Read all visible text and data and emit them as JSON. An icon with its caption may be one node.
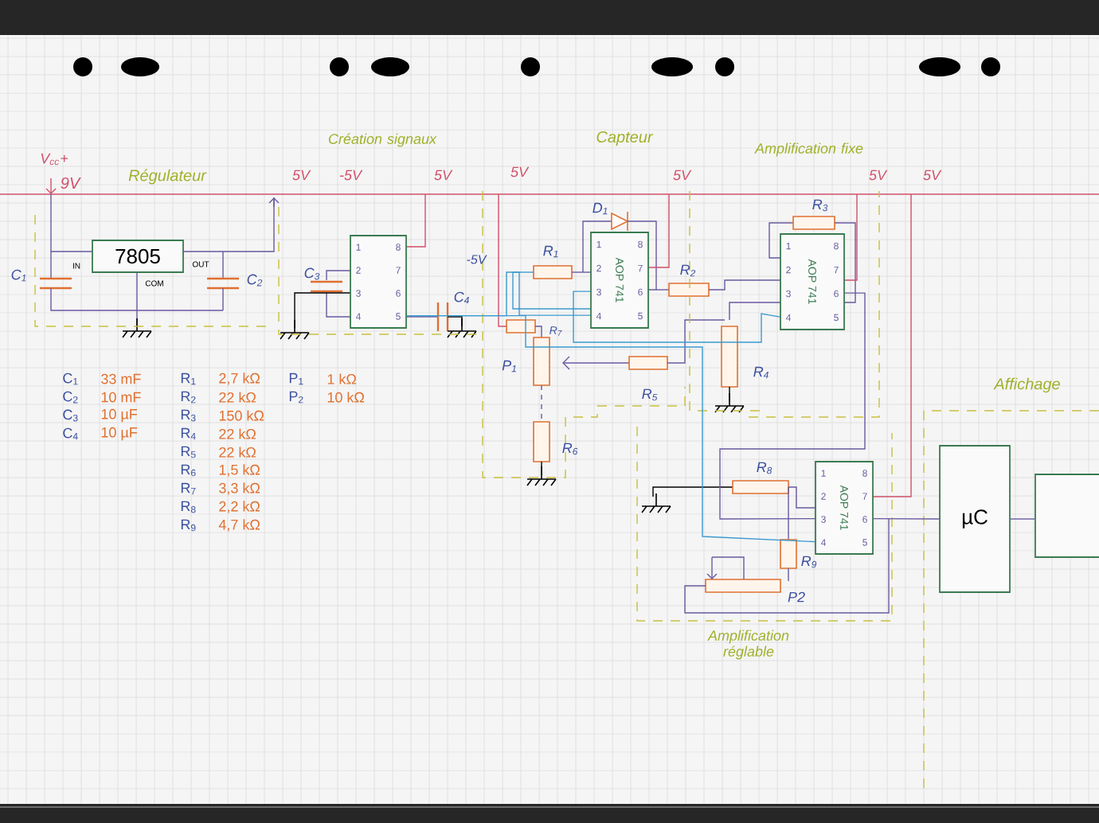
{
  "diagram": {
    "nodes": [
      {
        "text": [
          "7805"
        ],
        "beside": [
          "IN",
          "OUT",
          "COM"
        ]
      },
      {
        "text": [
          "1",
          "2",
          "3",
          "4",
          "8",
          "7",
          "6",
          "5"
        ]
      },
      {
        "text": [
          "AOP 741",
          "1",
          "2",
          "3",
          "4",
          "8",
          "7",
          "6",
          "5"
        ]
      },
      {
        "text": [
          "AOP 741",
          "1",
          "2",
          "3",
          "4",
          "8",
          "7",
          "6",
          "5"
        ]
      },
      {
        "text": [
          "AOP 741",
          "1",
          "2",
          "3",
          "4",
          "8",
          "7",
          "6",
          "5"
        ]
      },
      {
        "text": [
          "µC"
        ]
      },
      {
        "text": [],
        "shape": "box"
      }
    ],
    "edges": [
      {
        "from": 1,
        "to": 2,
        "arrow": "none",
        "color": "#3a9ad0"
      },
      {
        "from": 1,
        "to": 4,
        "arrow": "none",
        "color": "#3a9ad0"
      },
      {
        "from": 3,
        "to": 4,
        "arrow": "none"
      },
      {
        "from": 2,
        "to": 3,
        "arrow": "none",
        "color": "#3a9ad0"
      },
      {
        "from": 4,
        "to": 5,
        "arrow": "none"
      },
      {
        "from": 5,
        "to": 6,
        "arrow": "none"
      }
    ],
    "labels": [
      "V$_{cc}$+",
      "9V",
      "Régulateur",
      "Création signaux",
      "5V",
      "-5V",
      "5V",
      "5V",
      "Capteur",
      "5V",
      "Amplification fixe",
      "5V",
      "5V",
      "-5V",
      "C$_{1}$",
      "C$_{2}$",
      "C$_{3}$",
      "C$_{4}$",
      "D$_{1}$",
      "R$_{1}$",
      "R$_{2}$",
      "R$_{3}$",
      "R$_{7}$",
      "P$_{1}$",
      "R$_{5}$",
      "R$_{4}$",
      "R$_{6}$",
      "R$_{8}$",
      "R$_{9}$",
      "P2",
      "Affichage",
      "Amplification réglable",
      "C$_{1}$",
      "33 mF",
      "R$_{1}$",
      "2,7 kΩ",
      "P$_{1}$",
      "1 kΩ",
      "C$_{2}$",
      "10 mF",
      "R$_{2}$",
      "22 kΩ",
      "P$_{2}$",
      "10 kΩ",
      "C$_{3}$",
      "10 µF",
      "R$_{3}$",
      "150 kΩ",
      "C$_{4}$",
      "10 µF",
      "R$_{4}$",
      "22 kΩ",
      "R$_{5}$",
      "22 kΩ",
      "R$_{6}$",
      "1,5 kΩ",
      "R$_{7}$",
      "3,3 kΩ",
      "R$_{8}$",
      "2,2 kΩ",
      "R$_{9}$",
      "4,7 kΩ"
    ]
  }
}
